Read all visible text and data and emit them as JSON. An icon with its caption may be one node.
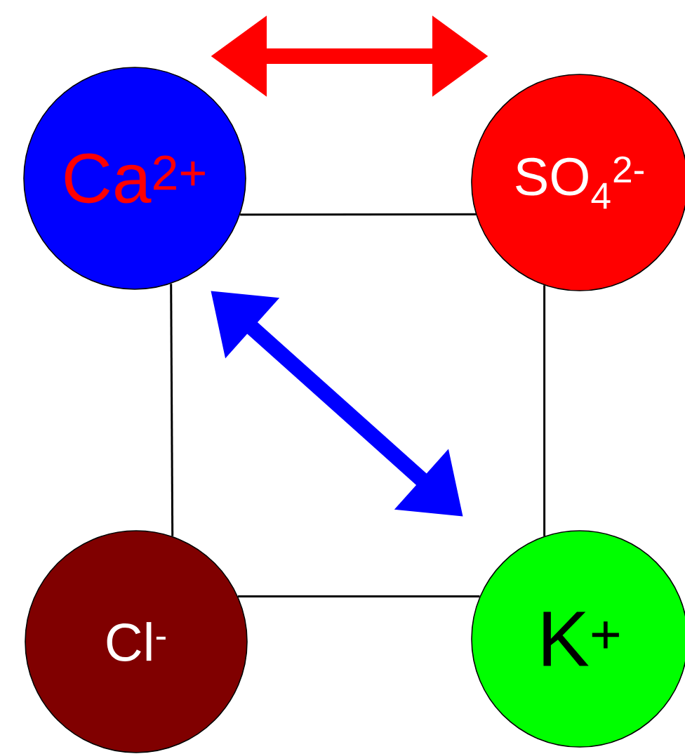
{
  "diagram": {
    "nodes": [
      {
        "text": [
          "Ca$^{2+}$"
        ]
      },
      {
        "text": [
          "SO$_{4}$$^{2-}$"
        ]
      },
      {
        "text": [
          "Cl$^{-}$"
        ]
      },
      {
        "text": [
          "K$^{+}$"
        ]
      }
    ],
    "edges": [
      {
        "from": 0,
        "to": 1,
        "arrow": "none"
      },
      {
        "from": 1,
        "to": 3,
        "arrow": "none"
      },
      {
        "from": 3,
        "to": 2,
        "arrow": "none"
      },
      {
        "from": 2,
        "to": 0,
        "arrow": "none"
      },
      {
        "from": 0,
        "to": 1,
        "arrow": "both",
        "style": "thick",
        "color": "#ff0000"
      },
      {
        "from": 0,
        "to": 3,
        "arrow": "both",
        "style": "thick",
        "color": "#0000ff"
      }
    ]
  }
}
